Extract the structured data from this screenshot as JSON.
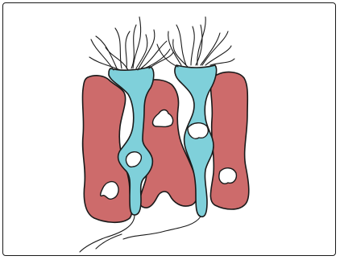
{
  "figure": {
    "panel_count": 1,
    "colors": {
      "supporting_cell_fill": "#cd6b6b",
      "receptor_cell_fill": "#7fd0da",
      "outline": "#1a1a1a",
      "hole_fill": "#ffffff",
      "frame_border": "#1a1a1a"
    },
    "cell_groups": [
      {
        "kind": "supporting-cell",
        "count": 3
      },
      {
        "kind": "receptor-cell",
        "count": 2
      },
      {
        "kind": "cilia-tuft",
        "count": 2
      },
      {
        "kind": "axon",
        "count": 2
      }
    ]
  }
}
